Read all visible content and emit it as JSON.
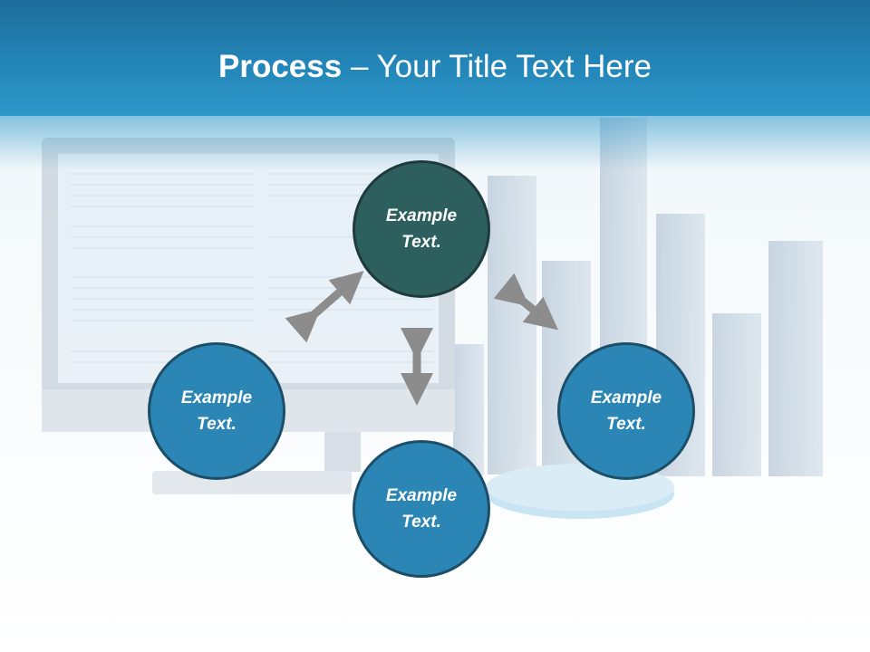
{
  "title": {
    "bold": "Process",
    "rest": " – Your Title Text Here"
  },
  "nodes": {
    "top": "Example\nText.",
    "left": "Example\nText.",
    "right": "Example\nText.",
    "bottom": "Example\nText."
  },
  "colors": {
    "header": "#2385b8",
    "node_blue": "#2b86b5",
    "node_dark": "#2e5f5f",
    "arrow": "#8c8c8c"
  }
}
